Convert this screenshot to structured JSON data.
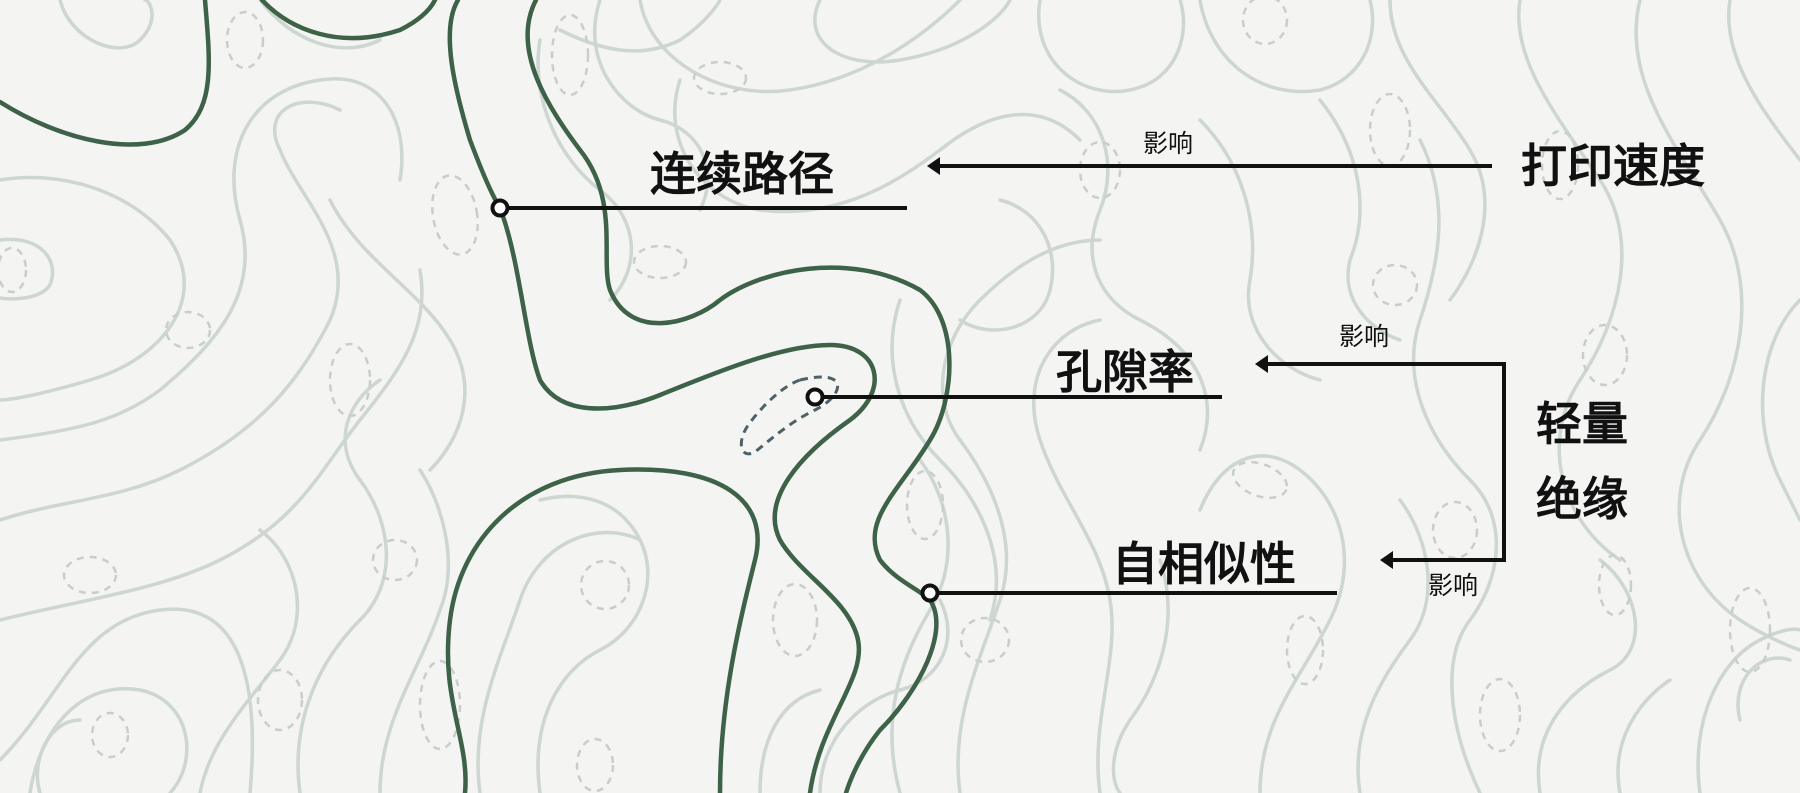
{
  "labels": {
    "continuous_path": "连续路径",
    "porosity": "孔隙率",
    "self_similarity": "自相似性",
    "print_speed": "打印速度",
    "lightweight": "轻量",
    "insulation": "绝缘"
  },
  "relations": {
    "influence_top": "影响",
    "influence_mid": "影响",
    "influence_bottom": "影响"
  },
  "colors": {
    "main_path": "#3d6248",
    "background_contour": "#cdd6d0",
    "leader_line": "#111111",
    "background": "#f4f4f2"
  },
  "icons": {
    "marker": "ring-marker",
    "arrow": "arrowhead-left"
  }
}
